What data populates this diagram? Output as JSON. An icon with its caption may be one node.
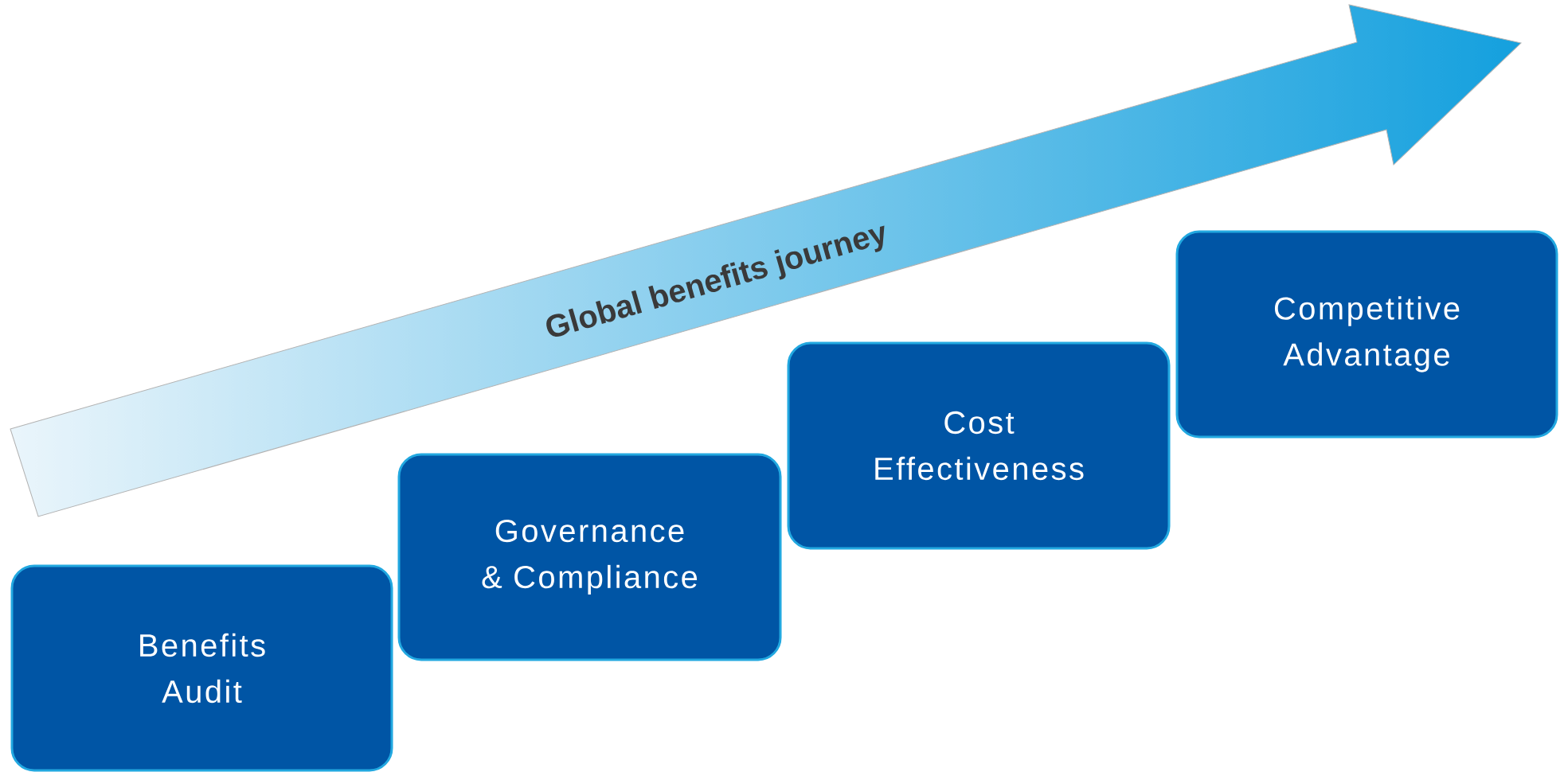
{
  "diagram": {
    "nodes": [
      {
        "text": [
          "Global benefits journey"
        ]
      },
      {
        "text": [
          "Benefits Audit"
        ]
      },
      {
        "text": [
          "Governance & Compliance"
        ]
      },
      {
        "text": [
          "Cost Effectiveness"
        ]
      },
      {
        "text": [
          "Competitive Advantage"
        ]
      }
    ]
  }
}
